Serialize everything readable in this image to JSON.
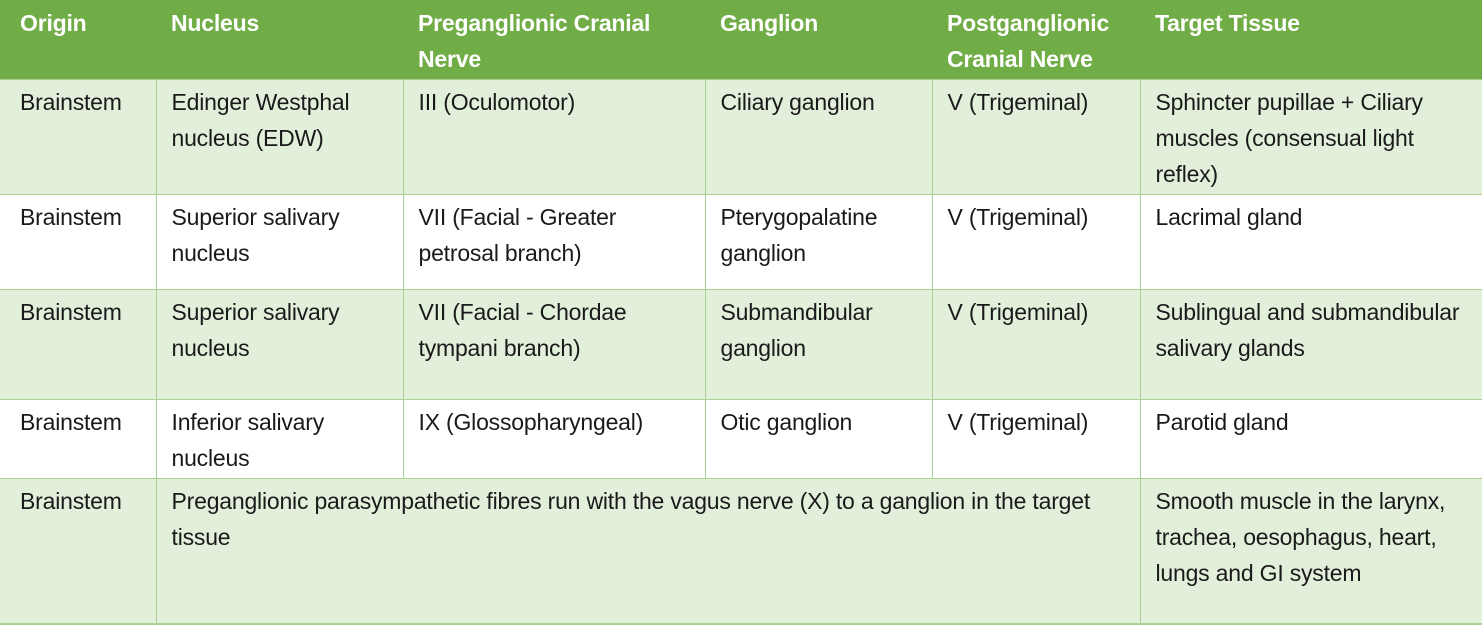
{
  "table": {
    "header_color": "#70AD47",
    "band_color": "#E2EFDA",
    "border_color": "#A9D08E",
    "columns": [
      "Origin",
      "Nucleus",
      "Preganglionic Cranial Nerve",
      "Ganglion",
      "Postganglionic Cranial Nerve",
      "Target Tissue"
    ],
    "rows": [
      {
        "origin": "Brainstem",
        "nucleus": "Edinger Westphal nucleus (EDW)",
        "preganglionic": "III (Oculomotor)",
        "ganglion": "Ciliary ganglion",
        "postganglionic": "V (Trigeminal)",
        "target": "Sphincter pupillae + Ciliary muscles (consensual light reflex)"
      },
      {
        "origin": "Brainstem",
        "nucleus": "Superior salivary nucleus",
        "preganglionic": "VII (Facial - Greater petrosal branch)",
        "ganglion": "Pterygopalatine ganglion",
        "postganglionic": "V (Trigeminal)",
        "target": "Lacrimal gland"
      },
      {
        "origin": "Brainstem",
        "nucleus": "Superior salivary nucleus",
        "preganglionic": "VII (Facial - Chordae tympani branch)",
        "ganglion": "Submandibular ganglion",
        "postganglionic": "V (Trigeminal)",
        "target": "Sublingual and submandibular salivary glands"
      },
      {
        "origin": "Brainstem",
        "nucleus": "Inferior salivary nucleus",
        "preganglionic": "IX (Glossopharyngeal)",
        "ganglion": "Otic ganglion",
        "postganglionic": "V (Trigeminal)",
        "target": "Parotid gland"
      },
      {
        "origin": "Brainstem",
        "merged_note": "Preganglionic parasympathetic fibres run with the vagus nerve (X) to a ganglion in the target tissue",
        "target": "Smooth muscle in the larynx, trachea, oesophagus, heart, lungs and GI system"
      }
    ]
  }
}
